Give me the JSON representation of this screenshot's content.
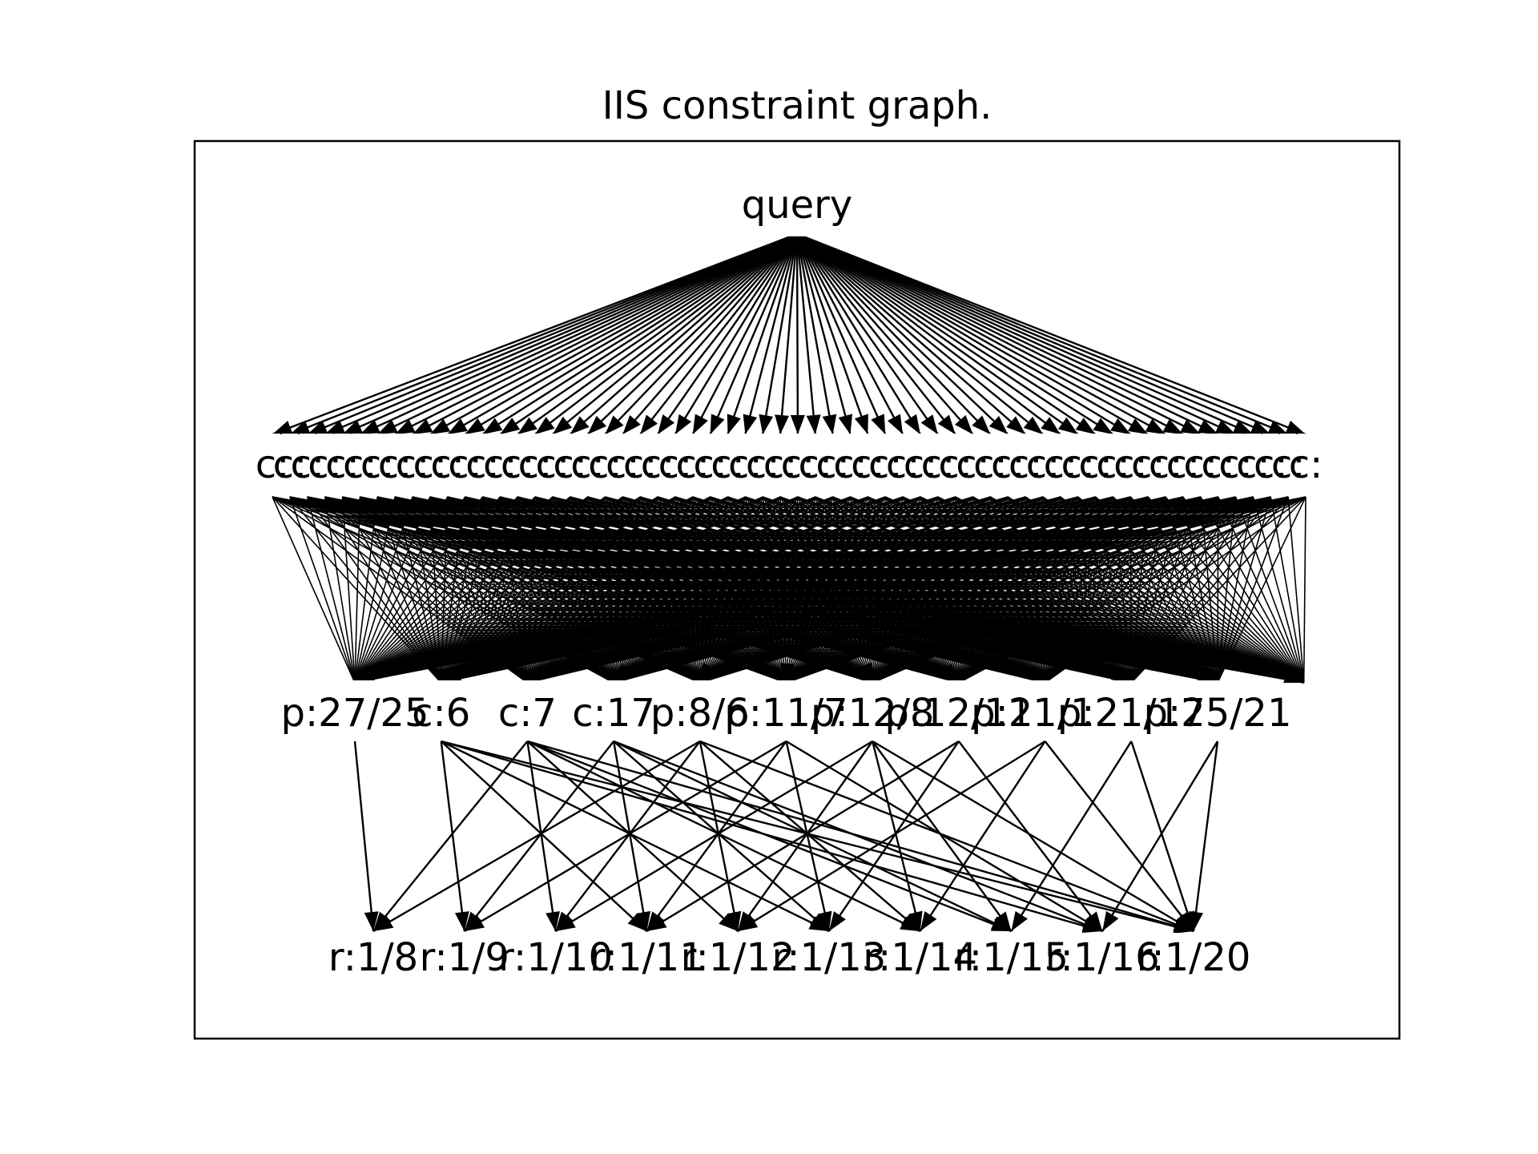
{
  "figure": {
    "title": "IIS constraint graph.",
    "colors": {
      "background": "#ffffff",
      "ink": "#000000",
      "node_fill": "#ffffff"
    }
  },
  "graph": {
    "root": {
      "id": "query",
      "label": "query"
    },
    "layer2_count": 60,
    "layer2_prefix": "c:",
    "layer2_edge_targets": [
      0,
      1,
      2,
      3,
      4,
      5,
      6,
      7,
      8,
      9,
      10,
      11
    ],
    "layer2_labels_note_visible": false,
    "layer3": [
      {
        "id": "p27_25",
        "label": "p:27/25"
      },
      {
        "id": "c6",
        "label": "c:6"
      },
      {
        "id": "c7",
        "label": "c:7"
      },
      {
        "id": "c17",
        "label": "c:17"
      },
      {
        "id": "p8_6",
        "label": "p:8/6"
      },
      {
        "id": "p11_7",
        "label": "p:11/7"
      },
      {
        "id": "p12_8",
        "label": "p:12/8"
      },
      {
        "id": "p12_11",
        "label": "p:12/11"
      },
      {
        "id": "p21_12",
        "label": "p:21/12"
      },
      {
        "id": "p21_17",
        "label": "p:21/17"
      },
      {
        "id": "p25_21",
        "label": "p:25/21"
      }
    ],
    "layer4": [
      {
        "id": "r1_8",
        "label": "r:1/8"
      },
      {
        "id": "r1_9",
        "label": "r:1/9"
      },
      {
        "id": "r1_10",
        "label": "r:1/10"
      },
      {
        "id": "r1_11",
        "label": "r:1/11"
      },
      {
        "id": "r1_12",
        "label": "r:1/12"
      },
      {
        "id": "r1_13",
        "label": "r:1/13"
      },
      {
        "id": "r1_14",
        "label": "r:1/14"
      },
      {
        "id": "r1_15",
        "label": "r:1/15"
      },
      {
        "id": "r1_16",
        "label": "r:1/16"
      },
      {
        "id": "r1_20",
        "label": "r:1/20"
      }
    ],
    "edges_layer3_to_layer4": [
      [
        0,
        0
      ],
      [
        1,
        1
      ],
      [
        1,
        3
      ],
      [
        1,
        5
      ],
      [
        1,
        8
      ],
      [
        1,
        9
      ],
      [
        2,
        0
      ],
      [
        2,
        2
      ],
      [
        2,
        4
      ],
      [
        2,
        6
      ],
      [
        2,
        7
      ],
      [
        2,
        9
      ],
      [
        3,
        1
      ],
      [
        3,
        3
      ],
      [
        3,
        5
      ],
      [
        3,
        7
      ],
      [
        3,
        8
      ],
      [
        4,
        0
      ],
      [
        4,
        2
      ],
      [
        4,
        4
      ],
      [
        4,
        6
      ],
      [
        4,
        9
      ],
      [
        5,
        1
      ],
      [
        5,
        3
      ],
      [
        5,
        5
      ],
      [
        5,
        8
      ],
      [
        6,
        2
      ],
      [
        6,
        4
      ],
      [
        6,
        6
      ],
      [
        6,
        7
      ],
      [
        6,
        9
      ],
      [
        7,
        3
      ],
      [
        7,
        5
      ],
      [
        7,
        8
      ],
      [
        8,
        4
      ],
      [
        8,
        6
      ],
      [
        8,
        9
      ],
      [
        9,
        7
      ],
      [
        9,
        9
      ],
      [
        10,
        8
      ],
      [
        10,
        9
      ]
    ]
  }
}
